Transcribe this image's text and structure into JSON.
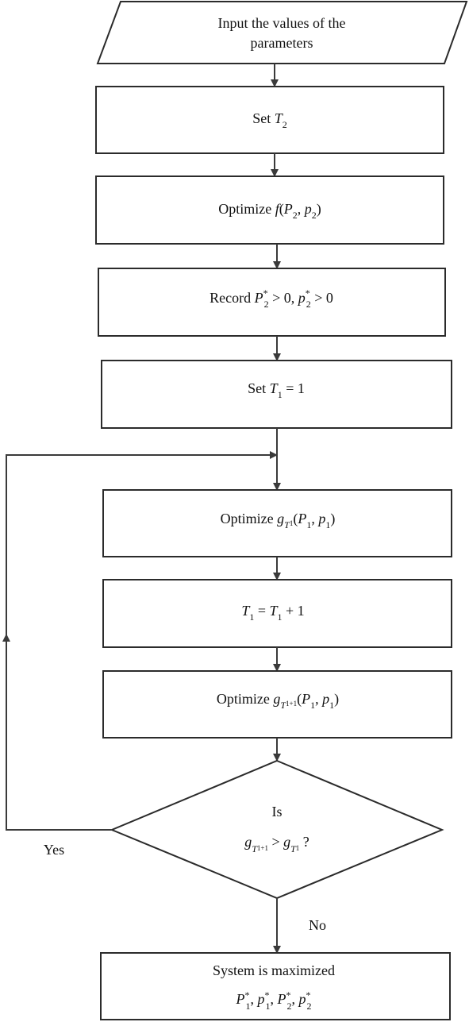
{
  "flowchart": {
    "start": {
      "line1": "Input the values of the",
      "line2": "parameters"
    },
    "set_t2": {
      "prefix": "Set ",
      "var": "T",
      "sub": "2"
    },
    "optimize_f": {
      "prefix": "Optimize ",
      "func": "f",
      "args_open": "(",
      "var1": "P",
      "sub1": "2",
      "sep": ", ",
      "var2": "p",
      "sub2": "2",
      "args_close": ")"
    },
    "record": {
      "prefix": "Record ",
      "var1": "P",
      "sup1": "*",
      "sub1": "2",
      "rel1": " > 0, ",
      "var2": "p",
      "sup2": "*",
      "sub2": "2",
      "rel2": " > 0"
    },
    "set_t1": {
      "prefix": "Set ",
      "var": "T",
      "sub": "1",
      "rest": " = 1"
    },
    "optimize_g": {
      "prefix": "Optimize ",
      "func": "g",
      "sub_var": "T",
      "sub_sub": "1",
      "args_open": "(",
      "var1": "P",
      "sub1": "1",
      "sep": ", ",
      "var2": "p",
      "sub2": "1",
      "args_close": ")"
    },
    "increment": {
      "var1": "T",
      "sub1": "1",
      "mid": " = ",
      "var2": "T",
      "sub2": "1",
      "rest": " + 1"
    },
    "optimize_g_next": {
      "prefix": "Optimize ",
      "func": "g",
      "sub_var": "T",
      "sub_sub": "1+1",
      "args_open": "(",
      "var1": "P",
      "sub1": "1",
      "sep": ", ",
      "var2": "p",
      "sub2": "1",
      "args_close": ")"
    },
    "decision": {
      "line1": "Is",
      "func1": "g",
      "func1_sub_var": "T",
      "func1_sub_sub": "1+1",
      "rel": " > ",
      "func2": "g",
      "func2_sub_var": "T",
      "func2_sub_sub": "1",
      "question": " ?"
    },
    "yes_label": "Yes",
    "no_label": "No",
    "end": {
      "line1": "System is maximized",
      "items": [
        {
          "var": "P",
          "sup": "*",
          "sub": "1",
          "sep": ", "
        },
        {
          "var": "p",
          "sup": "*",
          "sub": "1",
          "sep": ", "
        },
        {
          "var": "P",
          "sup": "*",
          "sub": "2",
          "sep": ", "
        },
        {
          "var": "p",
          "sup": "*",
          "sub": "2",
          "sep": ""
        }
      ]
    }
  }
}
